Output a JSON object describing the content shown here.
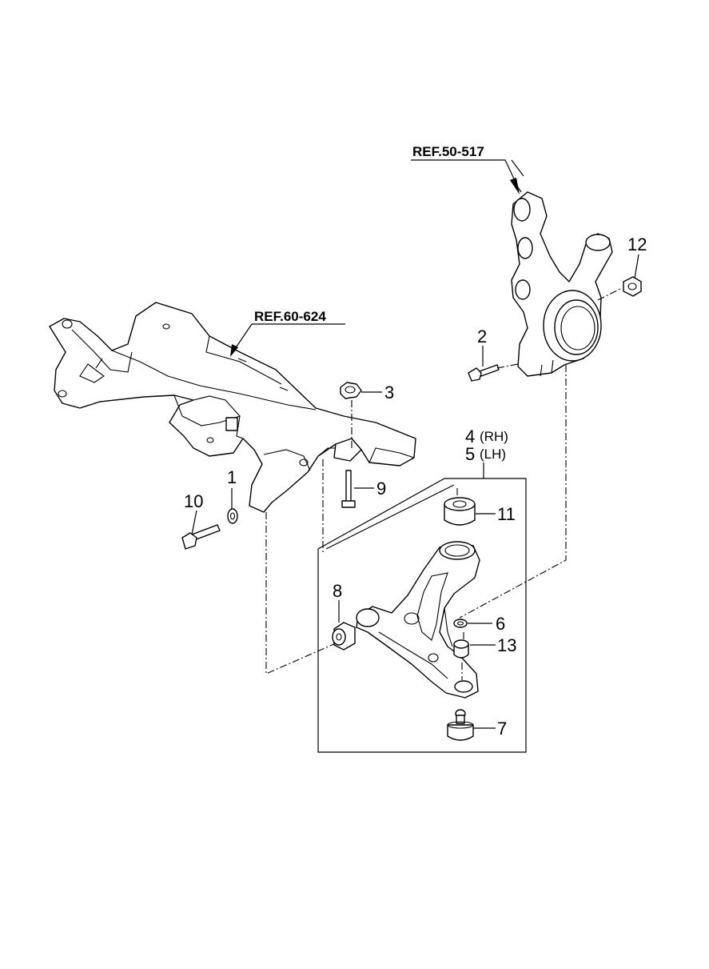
{
  "references": {
    "knuckle": "REF.50-517",
    "crossmember": "REF.60-624"
  },
  "callouts": {
    "p1": "1",
    "p2": "2",
    "p3": "3",
    "p4": "4",
    "p4_side": "(RH)",
    "p5": "5",
    "p5_side": "(LH)",
    "p6": "6",
    "p7": "7",
    "p8": "8",
    "p9": "9",
    "p10": "10",
    "p11": "11",
    "p12": "12",
    "p13": "13"
  }
}
